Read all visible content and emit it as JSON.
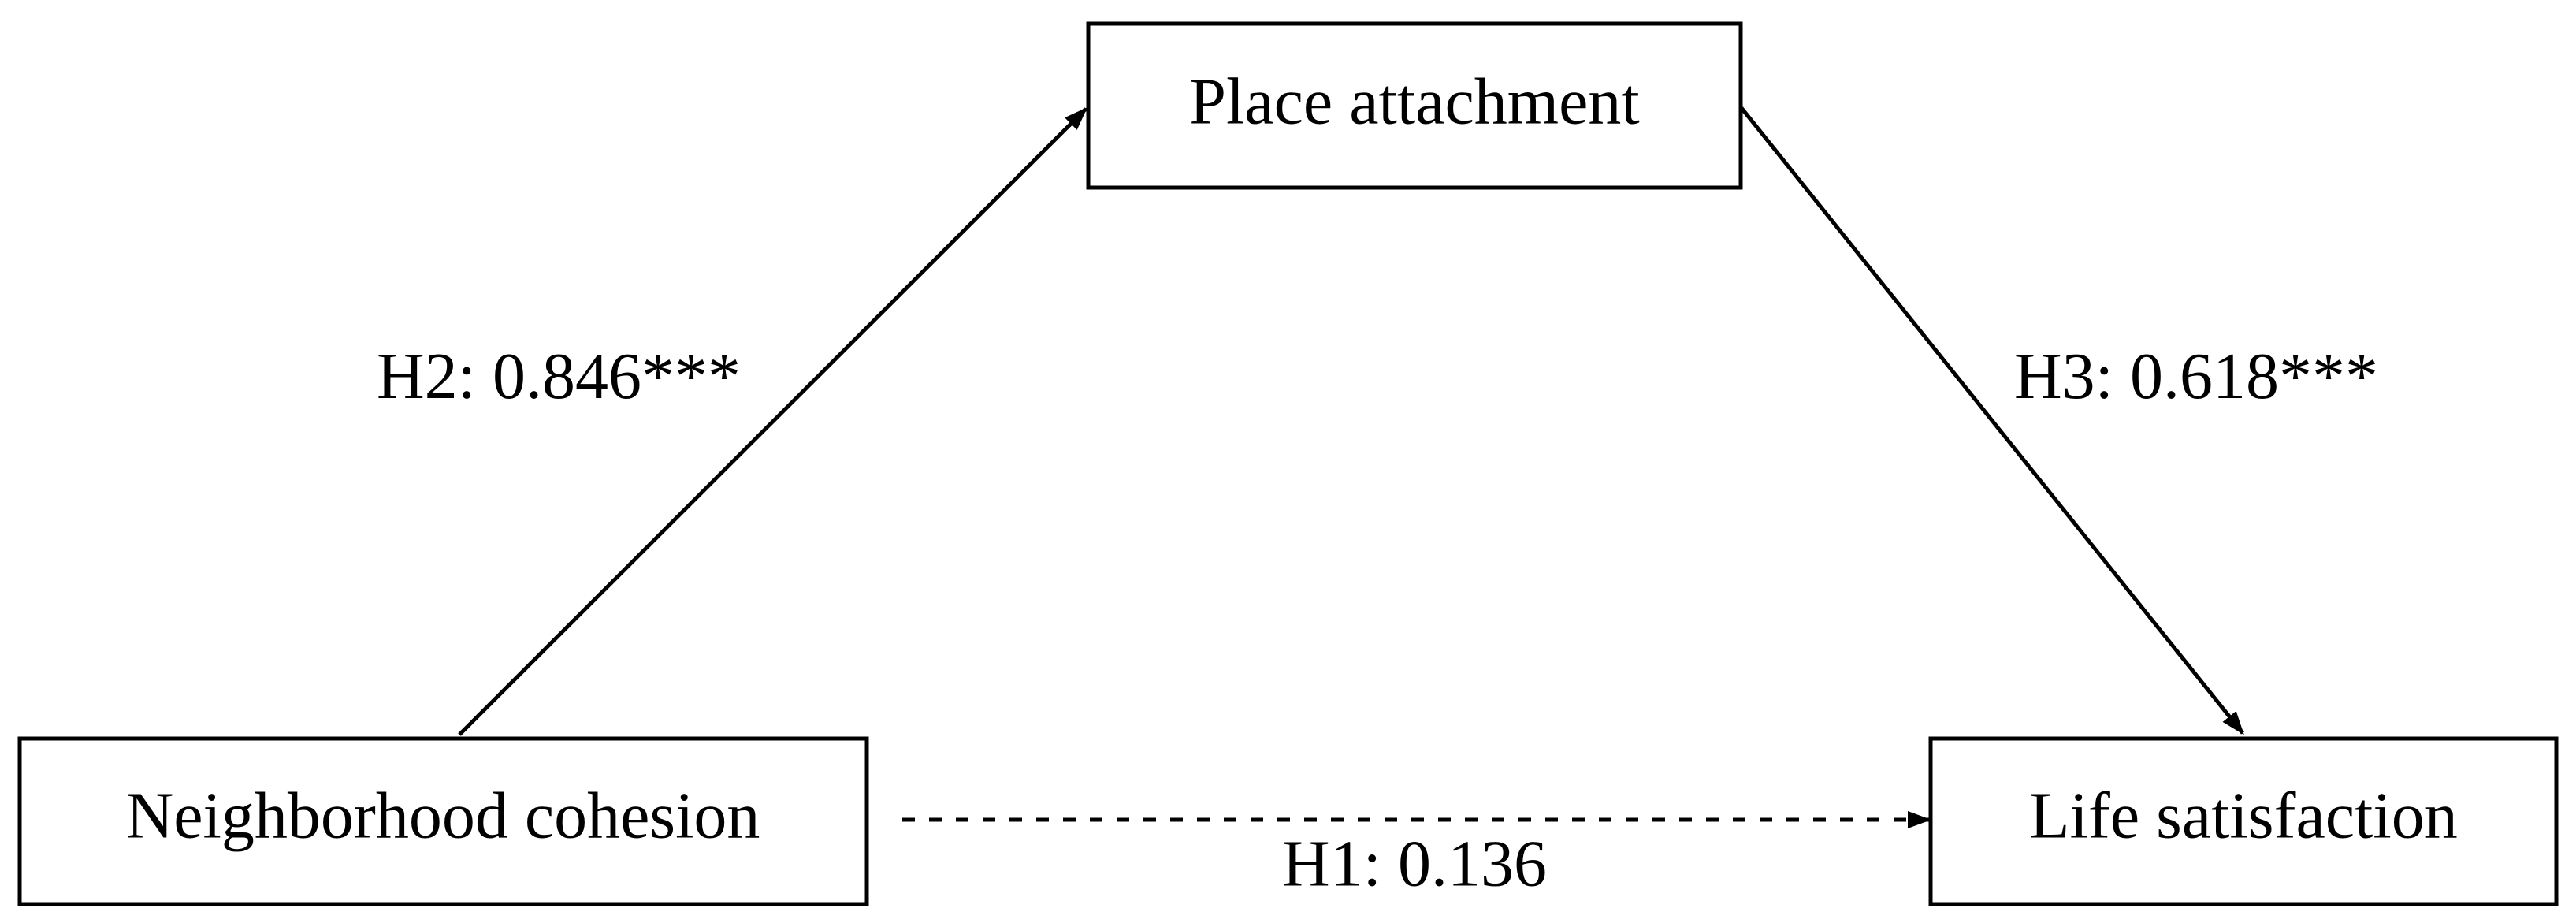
{
  "diagram": {
    "nodes": {
      "mediator": {
        "label": "Place attachment"
      },
      "independent": {
        "label": "Neighborhood cohesion"
      },
      "dependent": {
        "label": "Life satisfaction"
      }
    },
    "paths": {
      "h1": {
        "label": "H1: 0.136",
        "style": "dashed"
      },
      "h2": {
        "label": "H2: 0.846***",
        "style": "solid"
      },
      "h3": {
        "label": "H3: 0.618***",
        "style": "solid"
      }
    },
    "colors": {
      "stroke": "#000000",
      "background": "#ffffff"
    }
  }
}
